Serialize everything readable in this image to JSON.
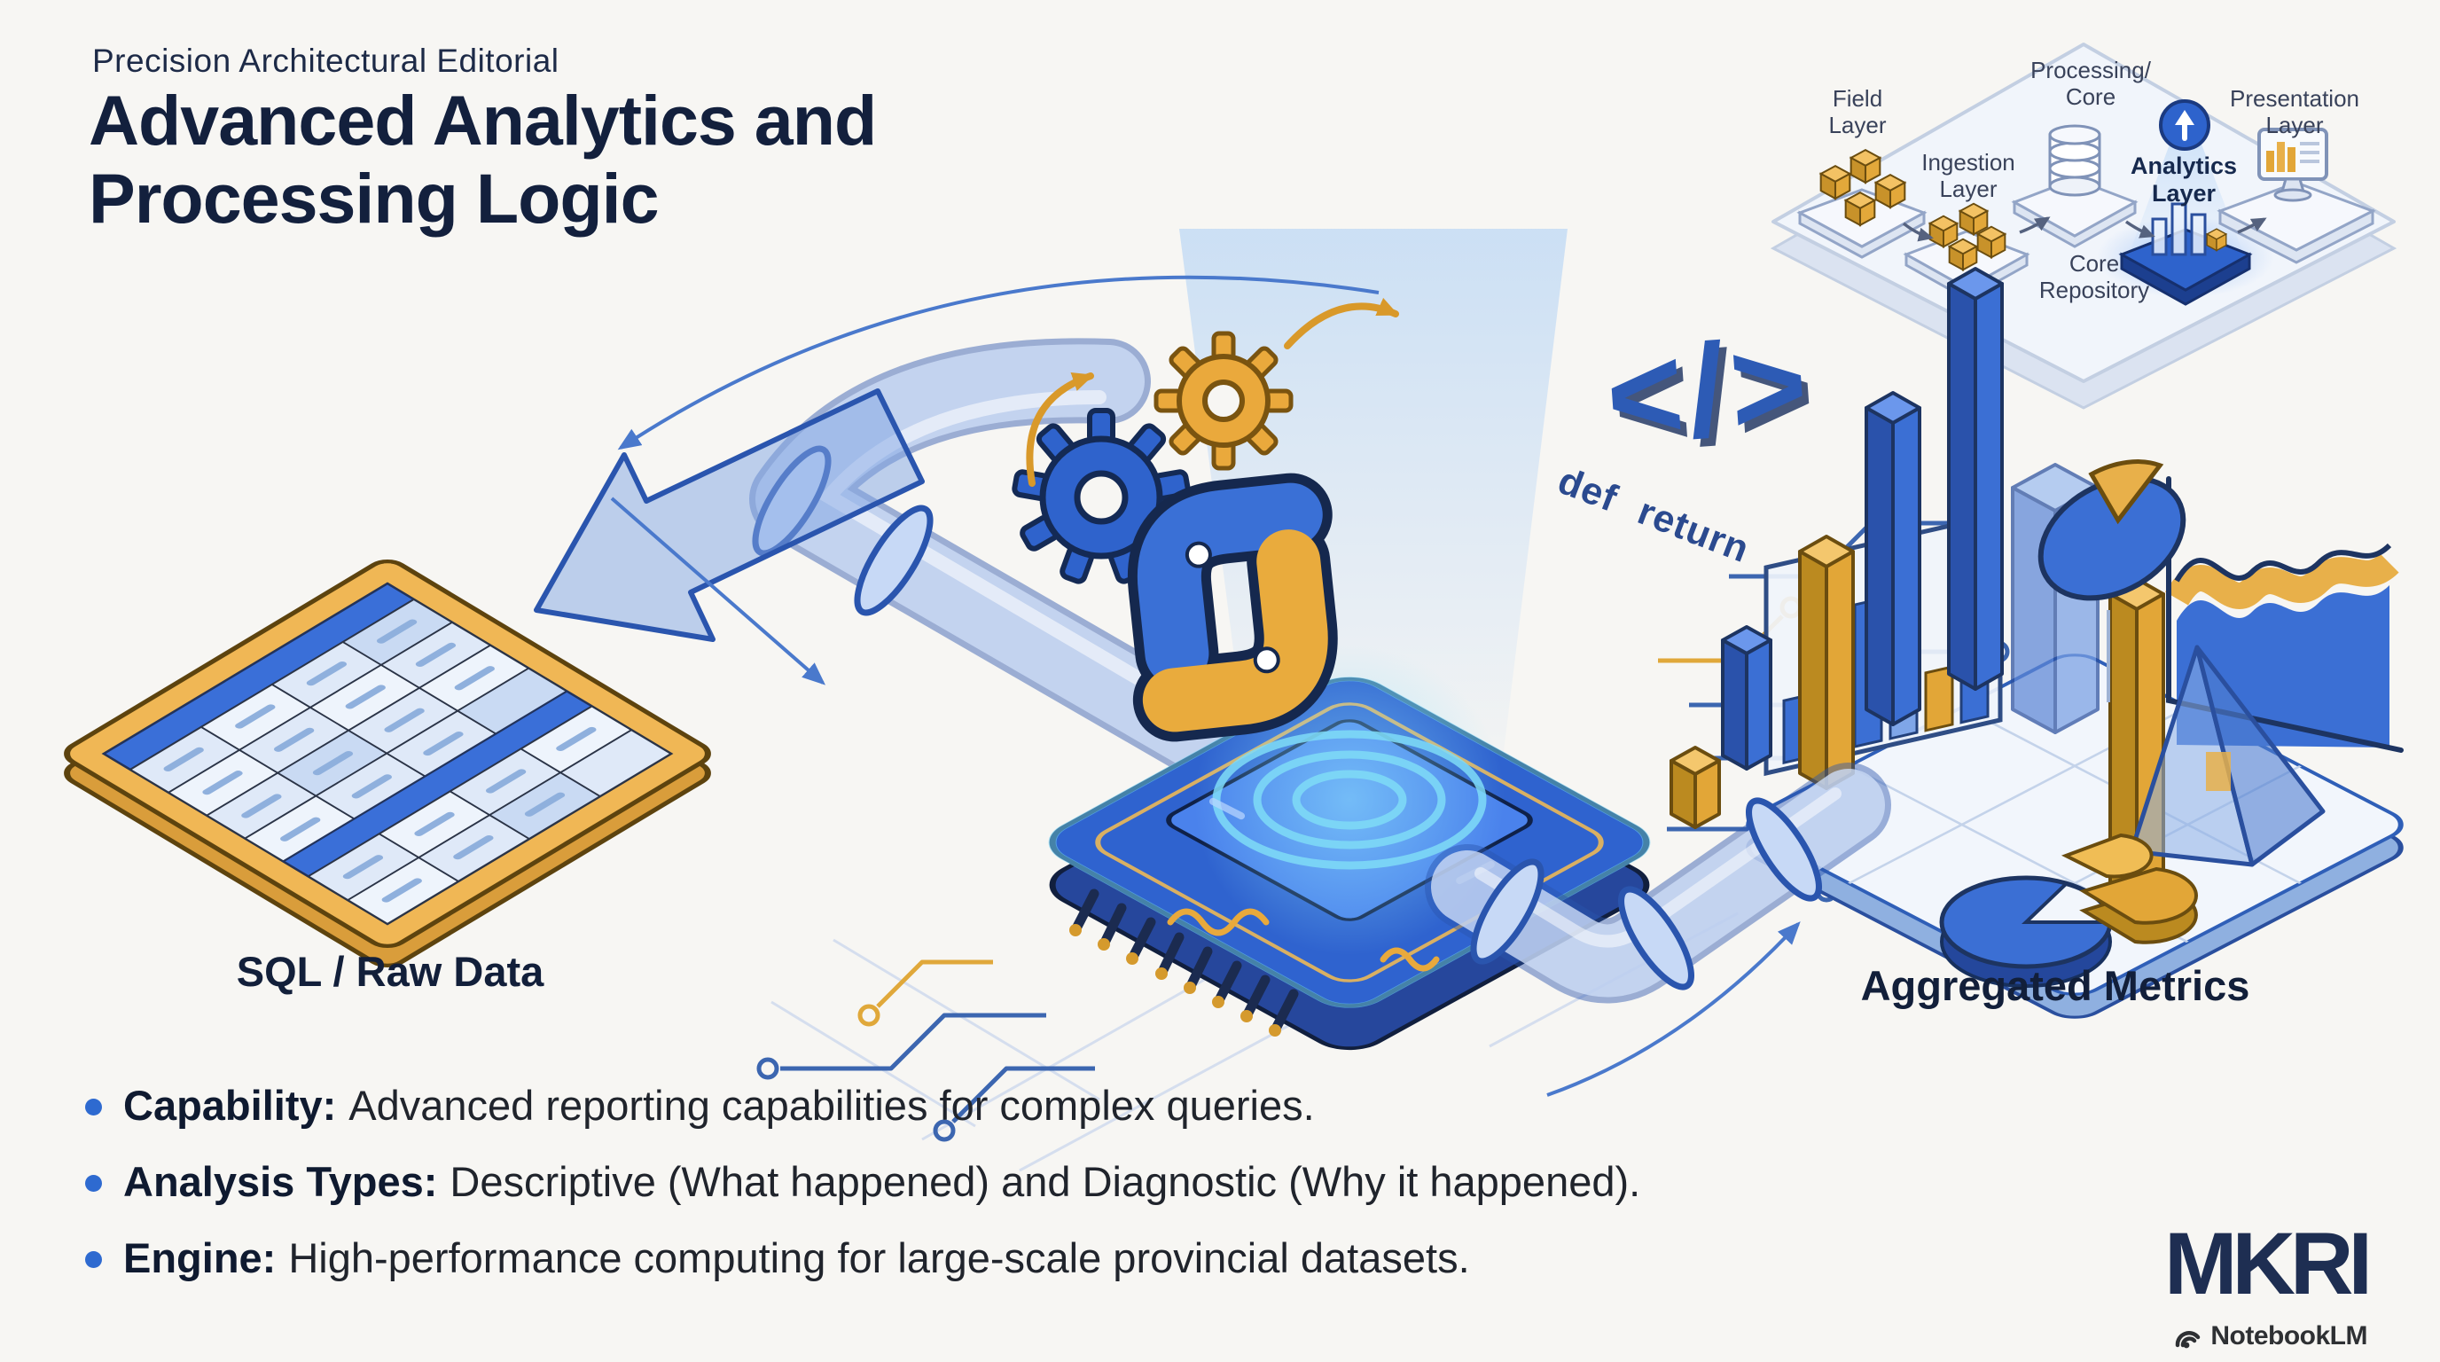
{
  "colors": {
    "background": "#f7f6f3",
    "navy_text": "#13203d",
    "accent_blue": "#2f63cf",
    "accent_gold": "#e2a637",
    "glow_cyan": "#7fdcf7",
    "bullet_dot": "#2e6ad0"
  },
  "header": {
    "kicker": "Precision Architectural Editorial",
    "title": "Advanced Analytics and\nProcessing Logic"
  },
  "architecture_diagram": {
    "labels": [
      {
        "id": "field",
        "text": "Field\nLayer"
      },
      {
        "id": "ingestion",
        "text": "Ingestion\nLayer"
      },
      {
        "id": "processing",
        "text": "Processing/\nCore"
      },
      {
        "id": "core_repository",
        "text": "Core\nRepository"
      },
      {
        "id": "analytics",
        "text": "Analytics\nLayer"
      },
      {
        "id": "presentation",
        "text": "Presentation\nLayer"
      }
    ]
  },
  "pipeline": {
    "source_label": "SQL / Raw Data",
    "output_label": "Aggregated Metrics",
    "code_symbol": "</>",
    "code_text": "def return"
  },
  "bullets": [
    {
      "label": "Capability:",
      "text": "Advanced reporting capabilities for complex queries."
    },
    {
      "label": "Analysis Types:",
      "text": "Descriptive (What happened) and Diagnostic (Why it happened)."
    },
    {
      "label": "Engine:",
      "text": "High-performance computing for large-scale provincial datasets."
    }
  ],
  "footer": {
    "brand": "MKRI",
    "attribution": "NotebookLM"
  }
}
